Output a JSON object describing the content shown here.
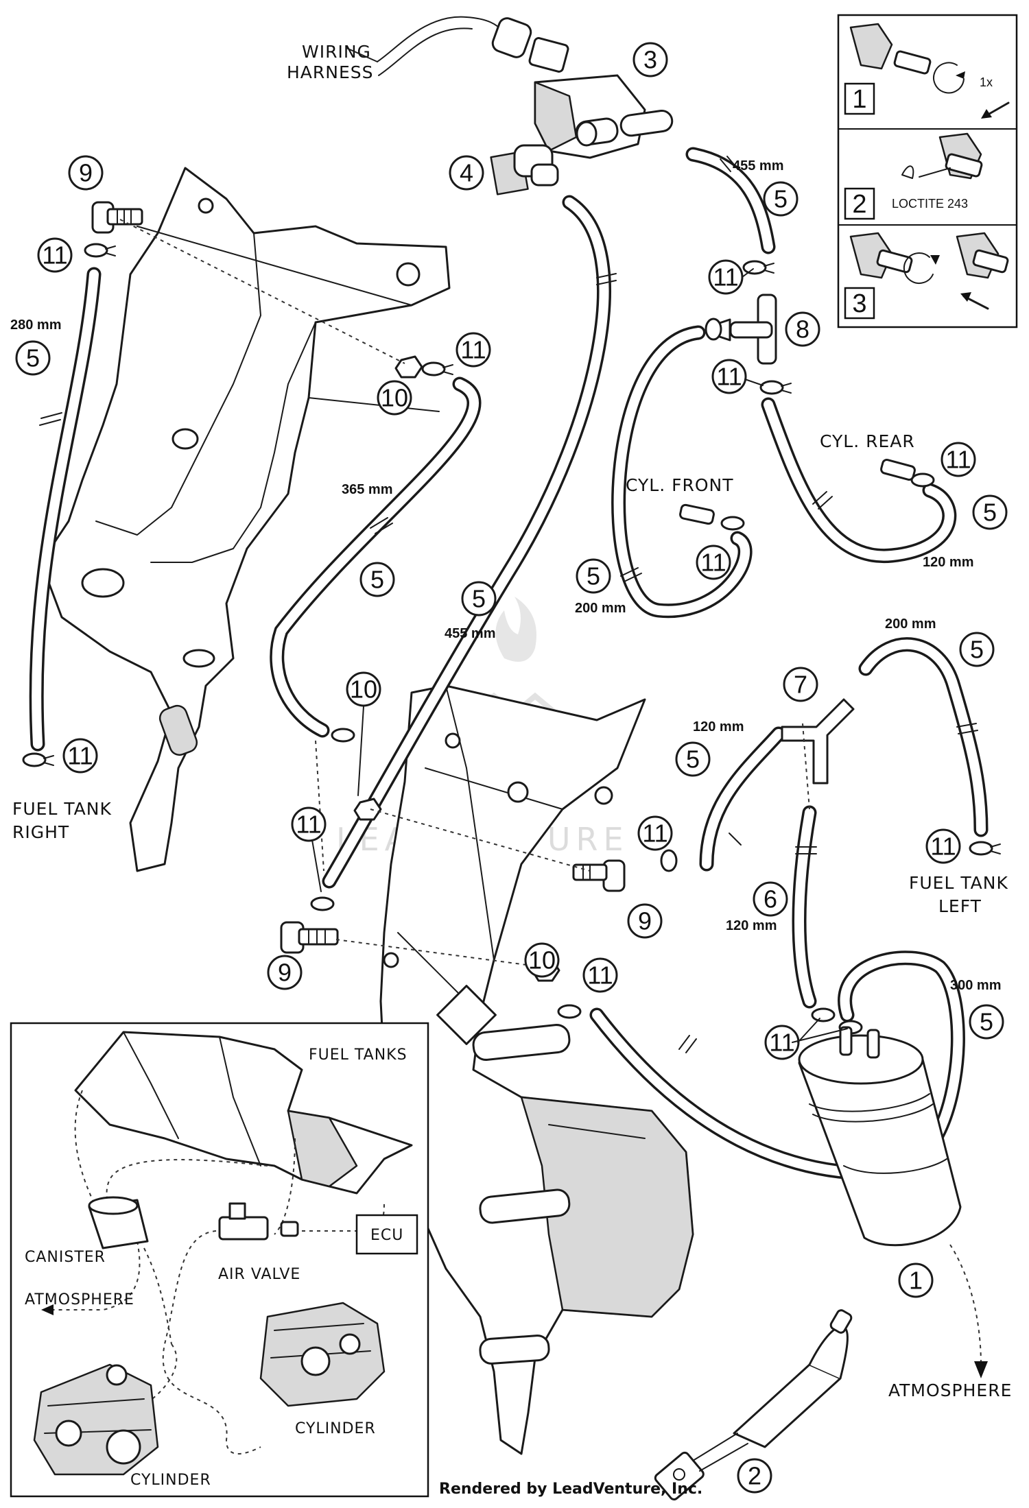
{
  "callouts": [
    "1",
    "2",
    "3",
    "4",
    "5",
    "6",
    "7",
    "8",
    "9",
    "10",
    "11"
  ],
  "labels": {
    "wiring_harness_1": "WIRING",
    "wiring_harness_2": "HARNESS",
    "fuel_tank_right_1": "FUEL TANK",
    "fuel_tank_right_2": "RIGHT",
    "fuel_tank_left_1": "FUEL TANK",
    "fuel_tank_left_2": "LEFT",
    "cyl_front": "CYL. FRONT",
    "cyl_rear": "CYL. REAR",
    "atmosphere": "ATMOSPHERE"
  },
  "measurements": {
    "m455_top": "455 mm",
    "m280": "280 mm",
    "m365": "365 mm",
    "m455_mid": "455 mm",
    "m200_front": "200 mm",
    "m120_rear": "120 mm",
    "m200_left": "200 mm",
    "m120_seven": "120 mm",
    "m120_six": "120 mm",
    "m300": "300 mm"
  },
  "steps_panel": {
    "step1": "1",
    "step1_note": "1x",
    "step2": "2",
    "step2_note": "LOCTITE 243",
    "step3": "3"
  },
  "inset": {
    "fuel_tanks": "FUEL TANKS",
    "canister": "CANISTER",
    "atmosphere": "ATMOSPHERE",
    "air_valve": "AIR VALVE",
    "ecu": "ECU",
    "cylinder_right": "CYLINDER",
    "cylinder_left": "CYLINDER"
  },
  "watermark": "LEADVENTURE",
  "credit": "Rendered by LeadVenture, Inc."
}
